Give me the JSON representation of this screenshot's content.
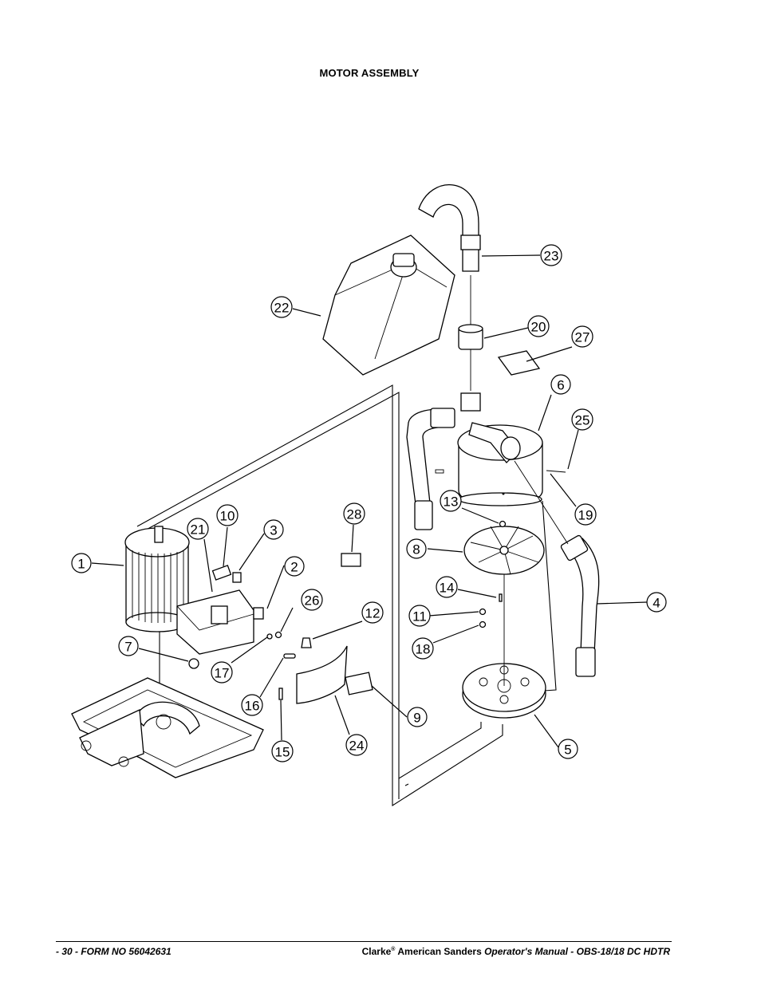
{
  "page": {
    "title": "MOTOR ASSEMBLY"
  },
  "callouts": [
    "1",
    "2",
    "3",
    "4",
    "5",
    "6",
    "7",
    "8",
    "9",
    "10",
    "11",
    "12",
    "13",
    "14",
    "15",
    "16",
    "17",
    "18",
    "19",
    "20",
    "21",
    "22",
    "23",
    "24",
    "25",
    "26",
    "27",
    "28"
  ],
  "footer": {
    "left": "- 30 - FORM NO 56042631",
    "brand": "Clarke",
    "registered": "®",
    "company": "American Sanders",
    "manual": "Operator's Manual - OBS-18/18 DC HDTR"
  }
}
